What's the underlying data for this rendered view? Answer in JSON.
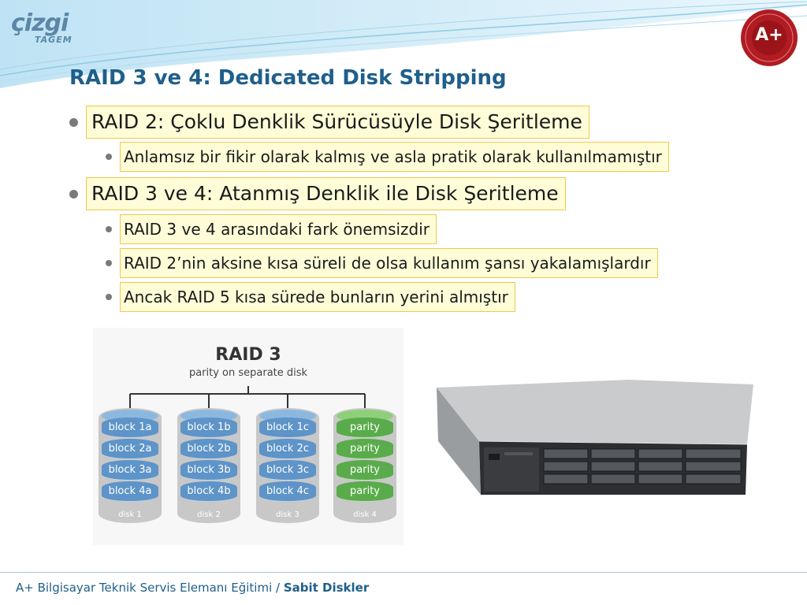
{
  "logo": {
    "main": "çizgi",
    "sub": "TAGEM"
  },
  "seal": {
    "text": "A+"
  },
  "title": "RAID 3 ve 4: Dedicated Disk Stripping",
  "bullets": [
    {
      "text": "RAID 2: Çoklu Denklik Sürücüsüyle Disk Şeritleme",
      "sub": [
        "Anlamsız bir fikir olarak kalmış ve asla pratik olarak kullanılmamıştır"
      ]
    },
    {
      "text": "RAID 3 ve 4: Atanmış Denklik ile Disk Şeritleme",
      "sub": [
        "RAID 3 ve 4 arasındaki fark önemsizdir",
        "RAID 2’nin aksine kısa süreli de olsa kullanım şansı yakalamışlardır",
        "Ancak RAID 5 kısa sürede bunların yerini almıştır"
      ]
    }
  ],
  "raid_diagram": {
    "title": "RAID 3",
    "subtitle": "parity on separate disk",
    "disks": [
      {
        "name": "disk 1",
        "blocks": [
          "block 1a",
          "block 2a",
          "block 3a",
          "block 4a"
        ],
        "color": "#5e94c8"
      },
      {
        "name": "disk 2",
        "blocks": [
          "block 1b",
          "block 2b",
          "block 3b",
          "block 4b"
        ],
        "color": "#5e94c8"
      },
      {
        "name": "disk 3",
        "blocks": [
          "block 1c",
          "block 2c",
          "block 3c",
          "block 4c"
        ],
        "color": "#5e94c8"
      },
      {
        "name": "disk 4",
        "blocks": [
          "parity",
          "parity",
          "parity",
          "parity"
        ],
        "color": "#5aab4b"
      }
    ]
  },
  "footer": {
    "course": "A+ Bilgisayar Teknik Servis Elemanı Eğitimi / ",
    "topic": "Sabit Diskler"
  },
  "colors": {
    "title": "#1f5f8b",
    "highlight_bg": "#fffdd8",
    "highlight_border": "#f0c84a"
  }
}
